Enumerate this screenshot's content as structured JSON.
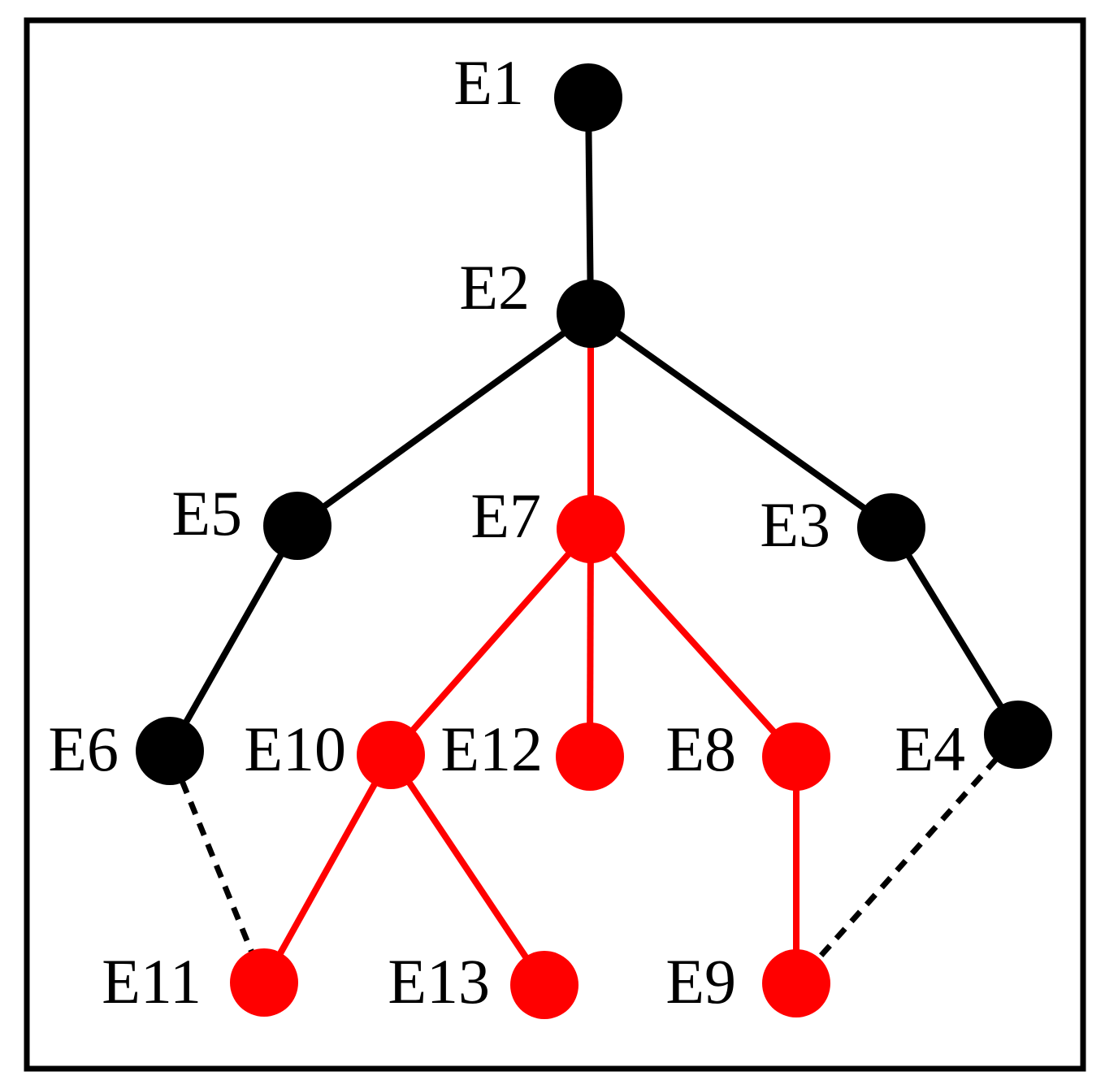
{
  "diagram": {
    "colors": {
      "default": "#000000",
      "highlight": "#ff0000",
      "background": "#ffffff",
      "frame": "#000000"
    },
    "nodes": [
      {
        "id": "E1",
        "label": "E1",
        "highlighted": false
      },
      {
        "id": "E2",
        "label": "E2",
        "highlighted": false
      },
      {
        "id": "E3",
        "label": "E3",
        "highlighted": false
      },
      {
        "id": "E4",
        "label": "E4",
        "highlighted": false
      },
      {
        "id": "E5",
        "label": "E5",
        "highlighted": false
      },
      {
        "id": "E6",
        "label": "E6",
        "highlighted": false
      },
      {
        "id": "E7",
        "label": "E7",
        "highlighted": true
      },
      {
        "id": "E8",
        "label": "E8",
        "highlighted": true
      },
      {
        "id": "E9",
        "label": "E9",
        "highlighted": true
      },
      {
        "id": "E10",
        "label": "E10",
        "highlighted": true
      },
      {
        "id": "E11",
        "label": "E11",
        "highlighted": true
      },
      {
        "id": "E12",
        "label": "E12",
        "highlighted": true
      },
      {
        "id": "E13",
        "label": "E13",
        "highlighted": true
      }
    ],
    "edges": [
      {
        "from": "E1",
        "to": "E2",
        "style": "solid",
        "highlighted": false
      },
      {
        "from": "E2",
        "to": "E5",
        "style": "solid",
        "highlighted": false
      },
      {
        "from": "E2",
        "to": "E7",
        "style": "solid",
        "highlighted": true
      },
      {
        "from": "E2",
        "to": "E3",
        "style": "solid",
        "highlighted": false
      },
      {
        "from": "E5",
        "to": "E6",
        "style": "solid",
        "highlighted": false
      },
      {
        "from": "E3",
        "to": "E4",
        "style": "solid",
        "highlighted": false
      },
      {
        "from": "E7",
        "to": "E10",
        "style": "solid",
        "highlighted": true
      },
      {
        "from": "E7",
        "to": "E12",
        "style": "solid",
        "highlighted": true
      },
      {
        "from": "E7",
        "to": "E8",
        "style": "solid",
        "highlighted": true
      },
      {
        "from": "E10",
        "to": "E11",
        "style": "solid",
        "highlighted": true
      },
      {
        "from": "E10",
        "to": "E13",
        "style": "solid",
        "highlighted": true
      },
      {
        "from": "E8",
        "to": "E9",
        "style": "solid",
        "highlighted": true
      },
      {
        "from": "E6",
        "to": "E11",
        "style": "dashed",
        "highlighted": false
      },
      {
        "from": "E4",
        "to": "E9",
        "style": "dashed",
        "highlighted": false
      }
    ]
  }
}
